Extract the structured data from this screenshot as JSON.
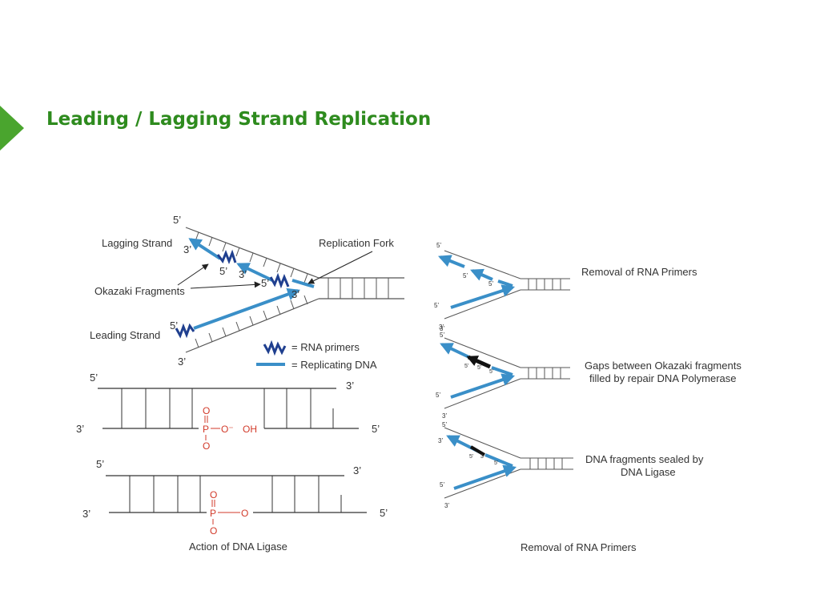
{
  "slide": {
    "title": "Leading / Lagging Strand Replication",
    "colors": {
      "accent": "#4aa52e",
      "title": "#2e8b1e",
      "strand": "#3a8fc8",
      "primer": "#1f3f8f",
      "chem": "#d23a2a",
      "line": "#555555"
    }
  },
  "fork_diagram": {
    "lagging_strand": "Lagging Strand",
    "okazaki_fragments": "Okazaki Fragments",
    "leading_strand": "Leading Strand",
    "replication_fork": "Replication Fork",
    "legend_rna_primers": "= RNA primers",
    "legend_replicating_dna": "= Replicating DNA",
    "end_top_5": "5’",
    "end_3_a": "3’",
    "end_5_a": "5’",
    "end_3_b": "3’",
    "end_5_b": "5’",
    "end_3_c": "3’",
    "end_5_lead": "5’",
    "end_bottom_3": "3’"
  },
  "ligase_diagram": {
    "top_5": "5’",
    "top_3": "3’",
    "mid_3": "3’",
    "mid_5": "5’",
    "chem_O1": "O",
    "chem_P1": "P",
    "chem_O_minus": "O⁻",
    "chem_OH": "OH",
    "chem_O2": "O",
    "low_5": "5’",
    "low_3": "3’",
    "bot_3": "3’",
    "bot_5": "5’",
    "chem_O3": "O",
    "chem_P2": "P",
    "chem_O4": "O",
    "chem_O5": "O",
    "caption": "Action of DNA Ligase"
  },
  "steps_diagram": {
    "step1_label": "Removal of RNA Primers",
    "step2_label_line1": "Gaps between Okazaki fragments",
    "step2_label_line2": "filled by repair DNA Polymerase",
    "step3_label_line1": "DNA fragments sealed by",
    "step3_label_line2": "DNA Ligase",
    "caption": "Removal of RNA Primers",
    "f1_5a": "5’",
    "f1_5b": "5’",
    "f1_5c": "5’",
    "f1_5d": "5’",
    "f1_3": "3’",
    "f2_5a": "5’",
    "f2_5b": "5’",
    "f2_5c": "5’",
    "f2_5d": "5’",
    "f2_5e": "5’",
    "f2_3": "3’",
    "f3_3a": "3’",
    "f3_5a": "5’",
    "f3_5b": "5’",
    "f3_3b": "3",
    "f3_5c": "5’",
    "f3_5d": "5’",
    "f3_3c": "3’"
  }
}
